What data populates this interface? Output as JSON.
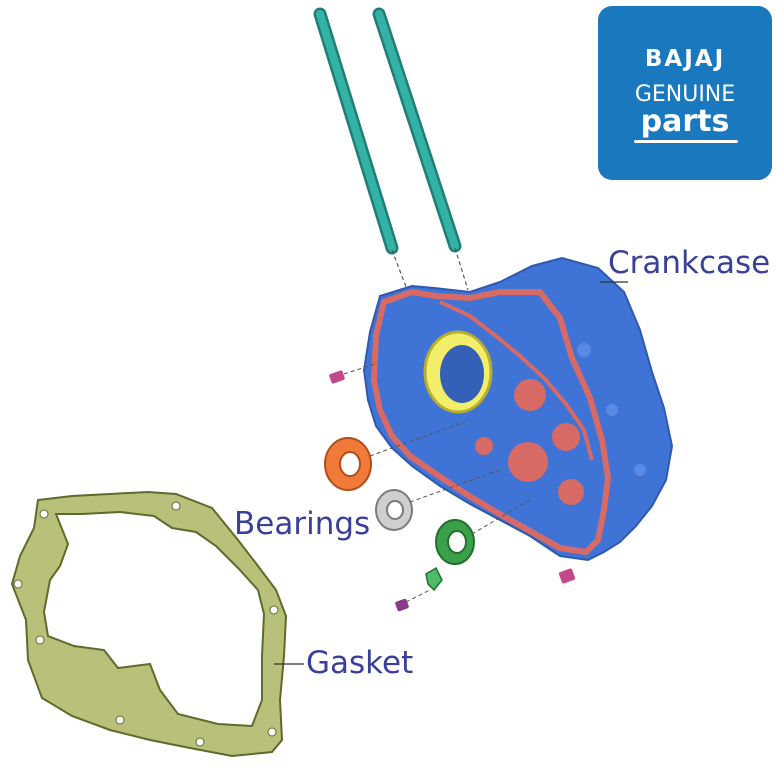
{
  "labels": {
    "crankcase": "Crankcase",
    "bearings": "Bearings",
    "gasket": "Gasket"
  },
  "logo": {
    "brand": "BAJAJ",
    "line2": "GENUINE",
    "line3": "parts"
  },
  "colors": {
    "crankcase_body": "#3f73d6",
    "crankcase_seal": "#d86a66",
    "studs": "#2ea59a",
    "bearing_1": "#f07a3a",
    "bearing_2": "#c9c9c9",
    "bearing_3": "#3aa04a",
    "gasket_fill": "#b8c07a",
    "gasket_edge": "#5f6a2c",
    "label_text": "#3a3f9a",
    "logo_bg": "#1a78bf"
  },
  "icons": [
    "bajaj-genuine-parts-logo"
  ]
}
